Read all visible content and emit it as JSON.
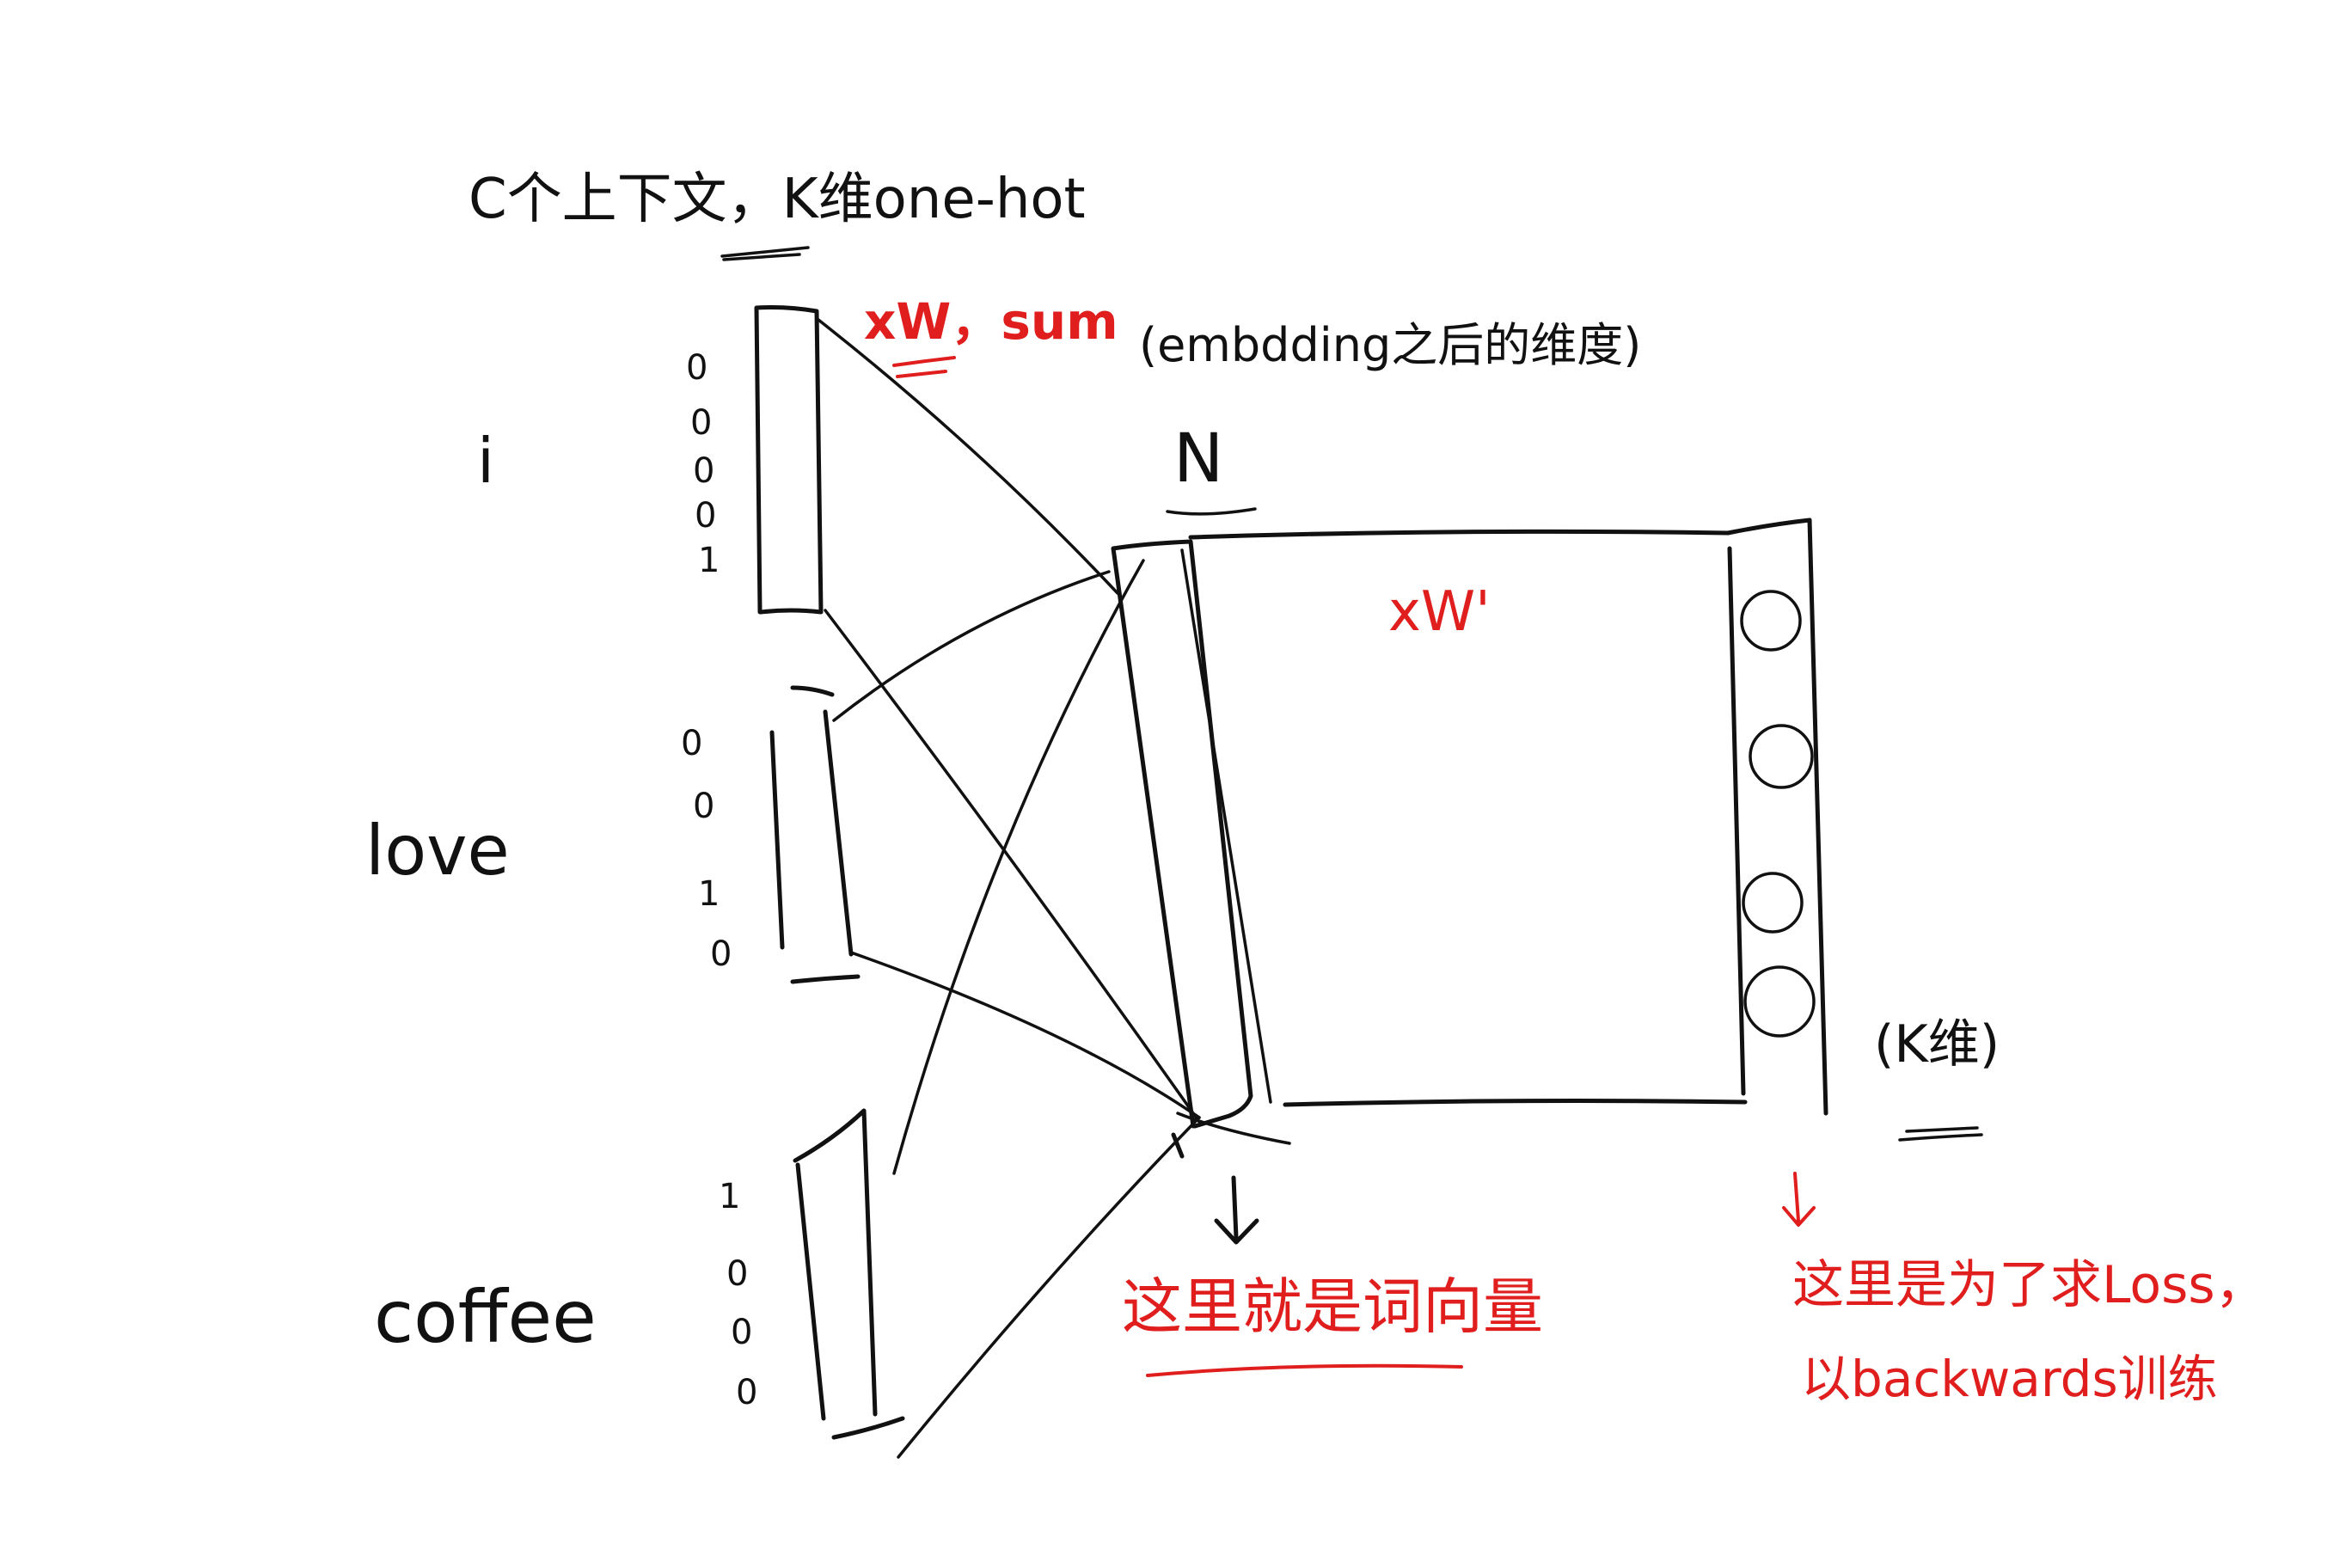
{
  "colors": {
    "ink": "#111111",
    "red_ink": "#e01e1e",
    "background": "#ffffff"
  },
  "labels": {
    "context_note": "C个上下文，K维one-hot",
    "input_op": "xW，sum",
    "embedding_note": "(embdding之后的维度)",
    "hidden_dim": "N",
    "output_op": "xW'",
    "output_dim": "(K维)",
    "word_vector_note": "这里就是词向量",
    "loss_note_line1": "这里是为了求Loss，",
    "loss_note_line2": "以backwards训练"
  },
  "inputs": [
    {
      "word": "i",
      "one_hot": [
        "0",
        "0",
        "0",
        "0",
        "1"
      ]
    },
    {
      "word": "love",
      "one_hot": [
        "0",
        "0",
        "1",
        "0"
      ]
    },
    {
      "word": "coffee",
      "one_hot": [
        "1",
        "0",
        "0",
        "0"
      ]
    }
  ]
}
